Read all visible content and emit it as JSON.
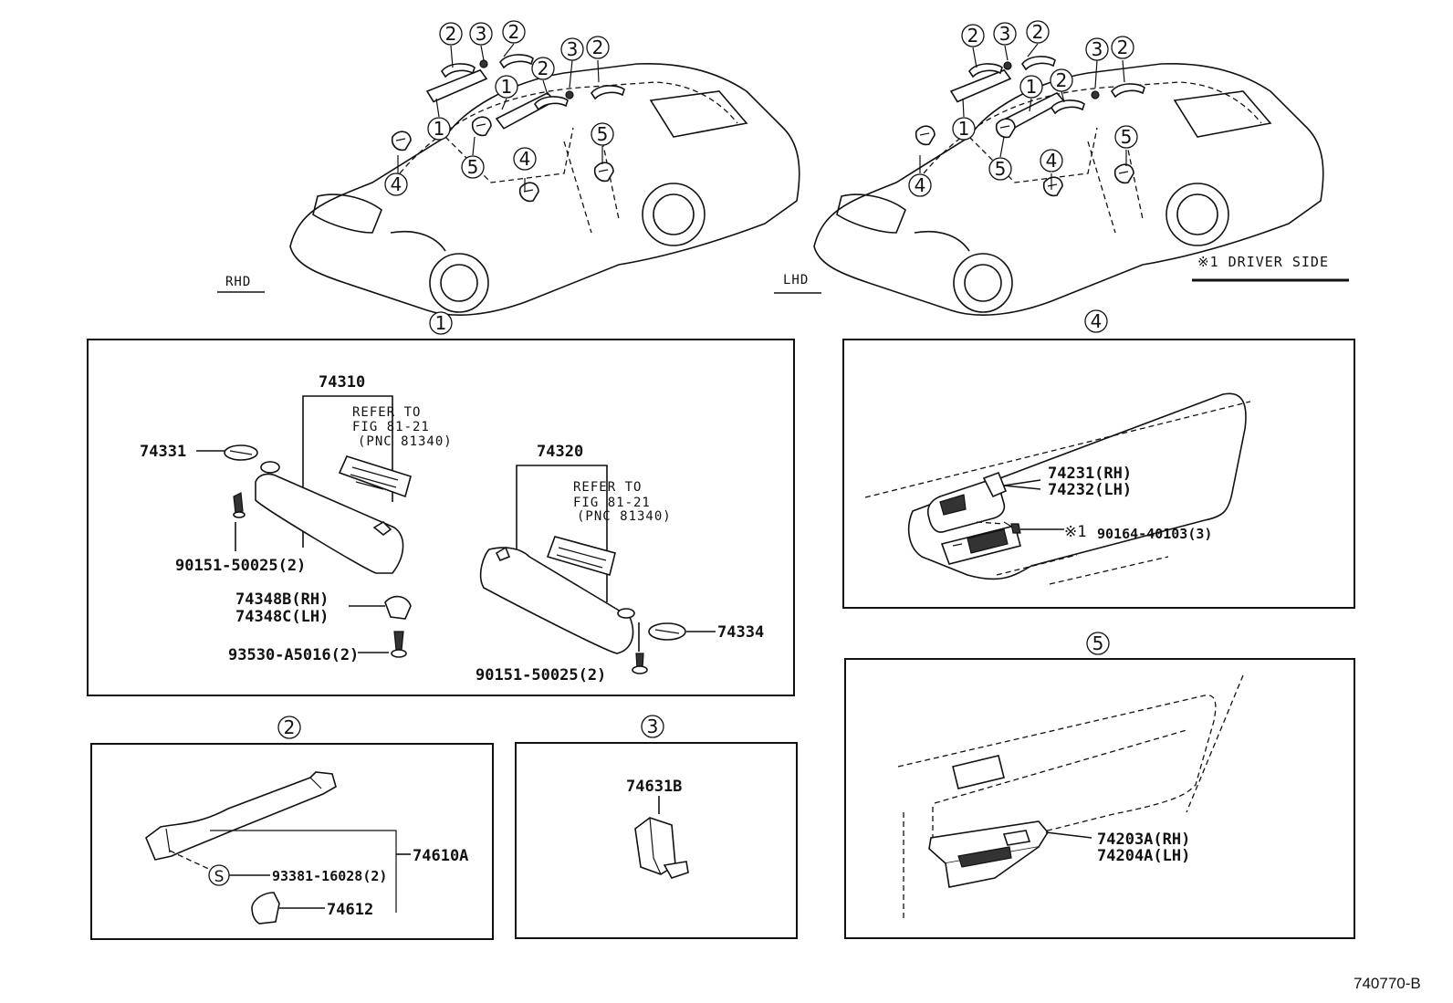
{
  "views": {
    "rhd": "RHD",
    "lhd": "LHD",
    "driver_note": "※1 DRIVER SIDE"
  },
  "callouts": {
    "c1": "1",
    "c2": "2",
    "c3": "3",
    "c4": "4",
    "c5": "5",
    "s": "S",
    "star1": "※1"
  },
  "panel1": {
    "p74310": "74310",
    "p74320": "74320",
    "p74331": "74331",
    "p74334": "74334",
    "p90151a": "90151-50025(2)",
    "p90151b": "90151-50025(2)",
    "p74348b": "74348B(RH)",
    "p74348c": "74348C(LH)",
    "p93530": "93530-A5016(2)",
    "ref1": "REFER TO",
    "ref2": "FIG 81-21",
    "ref3": "(PNC 81340)"
  },
  "panel2": {
    "p74610a": "74610A",
    "p93381": "93381-16028(2)",
    "p74612": "74612"
  },
  "panel3": {
    "p74631b": "74631B"
  },
  "panel4": {
    "p74231": "74231(RH)",
    "p74232": "74232(LH)",
    "p90164": "90164-40103(3)"
  },
  "panel5": {
    "p74203a": "74203A(RH)",
    "p74204a": "74204A(LH)"
  },
  "figure_code": "740770-B"
}
